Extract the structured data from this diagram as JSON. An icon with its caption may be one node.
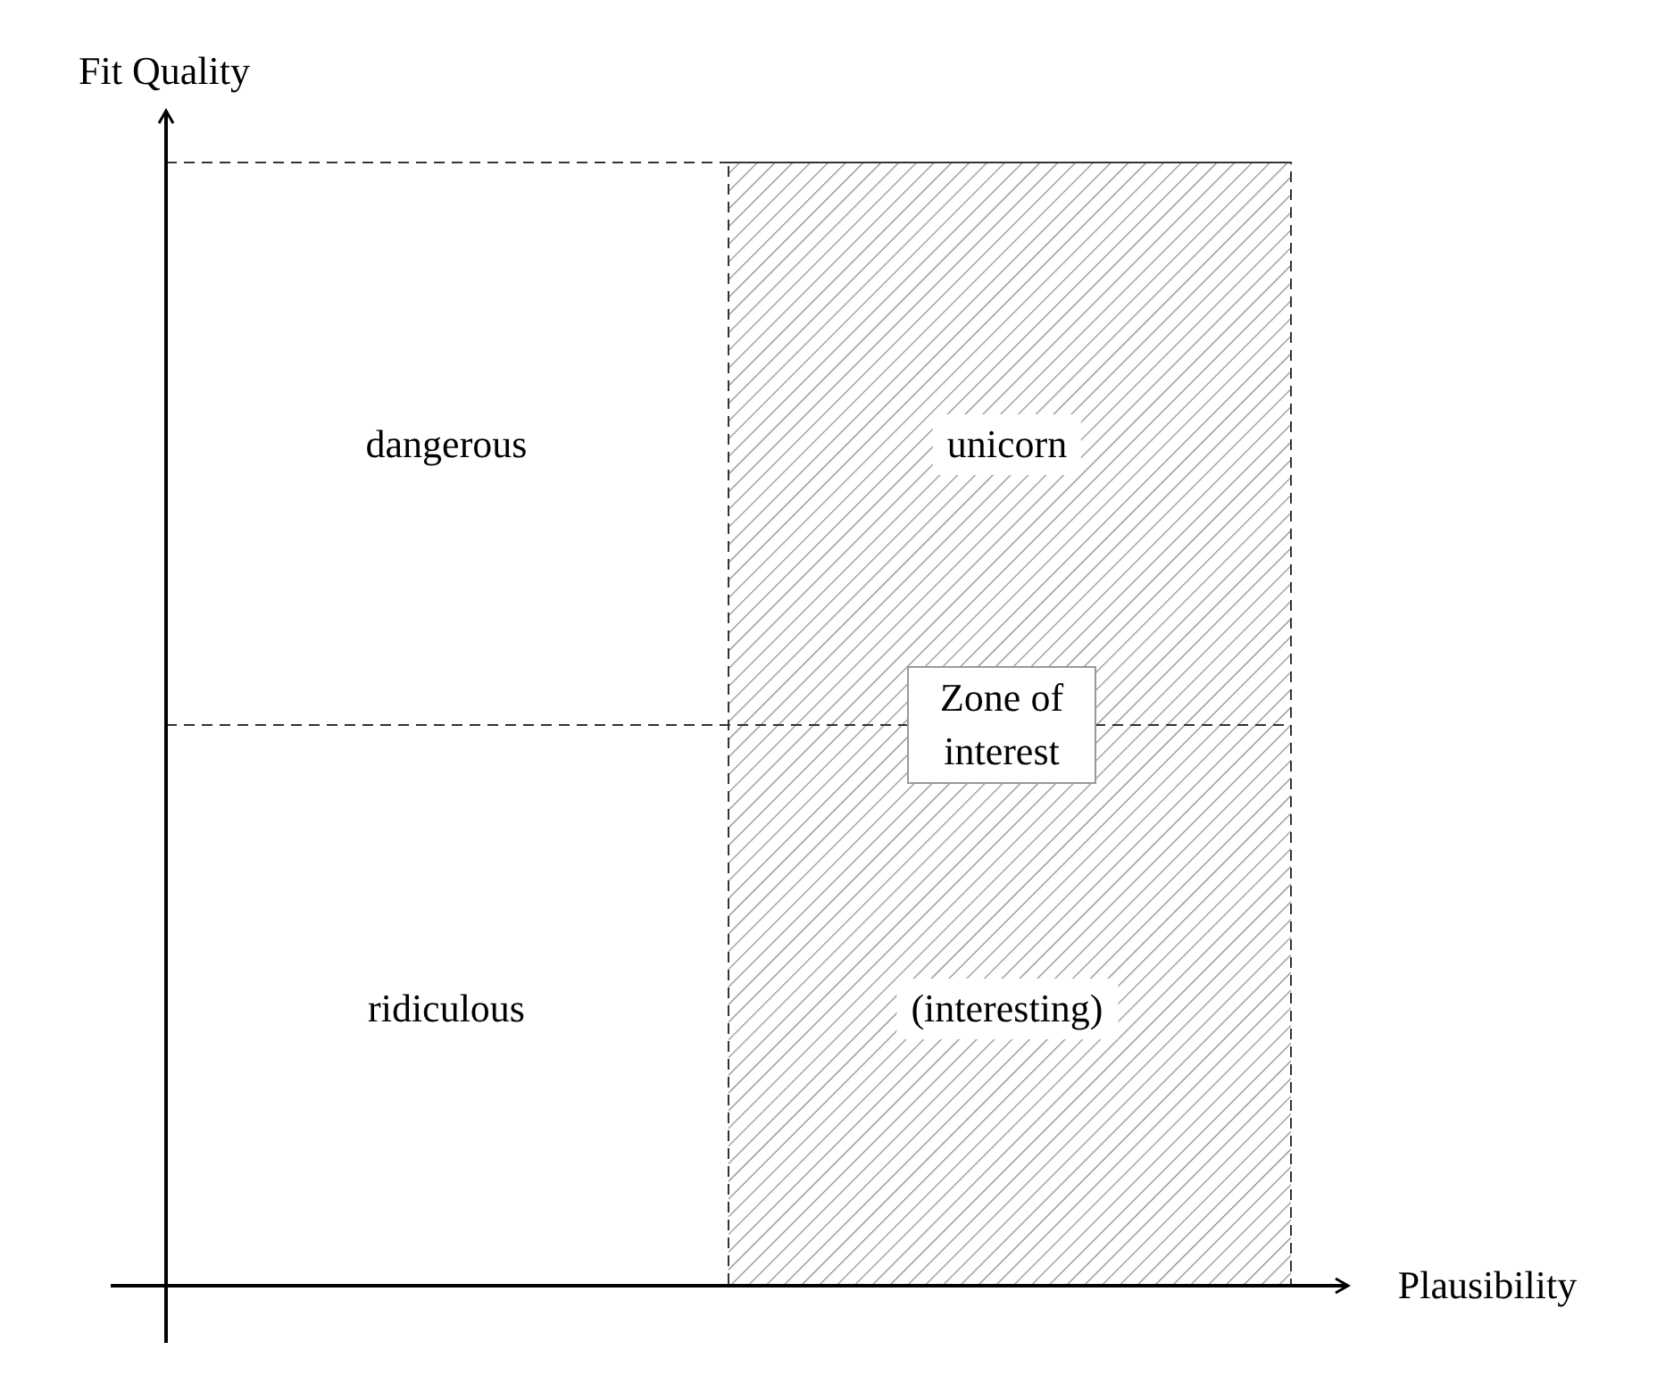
{
  "diagram": {
    "labels": [
      "Fit Quality",
      "dangerous",
      "unicorn",
      "Zone of interest",
      "ridiculous",
      "(interesting)",
      "Plausibility"
    ]
  }
}
